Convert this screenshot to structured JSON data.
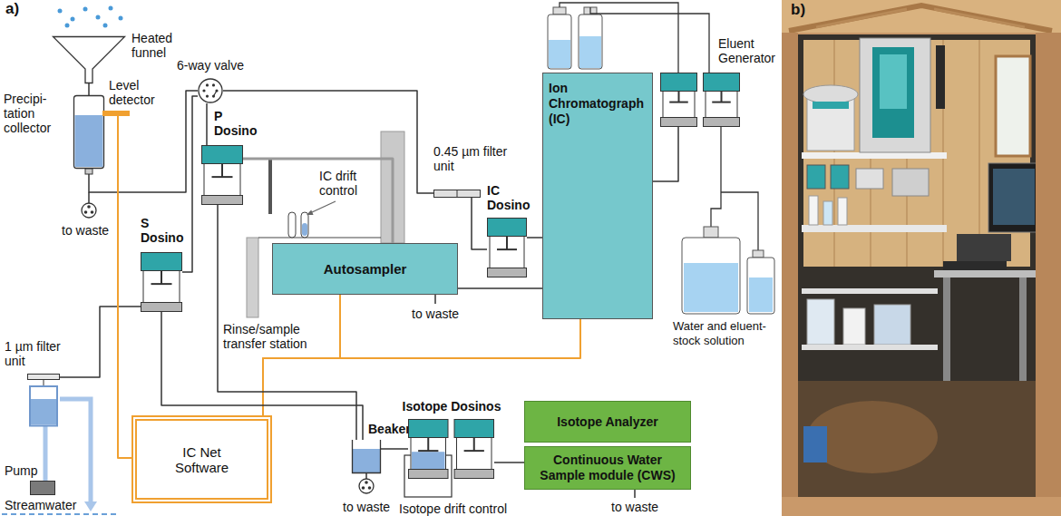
{
  "diagram": {
    "nodes": [
      {
        "text": [
          "Heated funnel"
        ]
      },
      {
        "text": [
          "Precipi- tation collector"
        ]
      },
      {
        "text": [
          "Level detector"
        ]
      },
      {
        "text": [
          "6-way valve"
        ]
      },
      {
        "text": [
          "P Dosino"
        ]
      },
      {
        "text": [
          "S Dosino"
        ]
      },
      {
        "text": [
          "1 µm filter unit"
        ]
      },
      {
        "text": [
          "Pump"
        ]
      },
      {
        "text": [
          "Autosampler"
        ]
      },
      {
        "text": [
          "0.45 µm filter unit"
        ]
      },
      {
        "text": [
          "IC Dosino"
        ]
      },
      {
        "text": [
          "Ion Chromatograph (IC)"
        ]
      },
      {
        "text": [
          "Eluent Generator"
        ]
      },
      {
        "text": [
          "IC Net Software"
        ]
      },
      {
        "text": [
          "Beaker"
        ]
      },
      {
        "text": [
          "Isotope Dosinos"
        ]
      },
      {
        "text": [
          "Isotope Analyzer"
        ]
      },
      {
        "text": [
          "Continuous Water Sample module (CWS)"
        ]
      }
    ],
    "edges": [
      {
        "from": 0,
        "to": 1,
        "arrow": "none"
      },
      {
        "from": 1,
        "to": 3,
        "arrow": "none"
      },
      {
        "from": 5,
        "to": 3,
        "arrow": "none"
      },
      {
        "from": 6,
        "to": 5,
        "arrow": "none"
      },
      {
        "from": 7,
        "to": 6,
        "arrow": "none"
      },
      {
        "from": 3,
        "to": 4,
        "arrow": "none"
      },
      {
        "from": 3,
        "to": 9,
        "arrow": "none"
      },
      {
        "from": 4,
        "to": 8,
        "arrow": "none"
      },
      {
        "from": 9,
        "to": 10,
        "arrow": "none"
      },
      {
        "from": 10,
        "to": 11,
        "arrow": "none"
      },
      {
        "from": 8,
        "to": 11,
        "arrow": "none"
      },
      {
        "from": 12,
        "to": 11,
        "arrow": "none"
      },
      {
        "from": 2,
        "to": 13,
        "arrow": "none"
      },
      {
        "from": 13,
        "to": 8,
        "arrow": "none"
      },
      {
        "from": 13,
        "to": 11,
        "arrow": "none"
      },
      {
        "from": 4,
        "to": 14,
        "arrow": "none"
      },
      {
        "from": 5,
        "to": 14,
        "arrow": "none"
      },
      {
        "from": 14,
        "to": 15,
        "arrow": "none"
      },
      {
        "from": 15,
        "to": 17,
        "arrow": "none"
      }
    ],
    "labels": [
      "a)",
      "to waste",
      "IC drift control",
      "Rinse/sample transfer station",
      "to waste",
      "Water and eluent- stock solution",
      "Streamwater",
      "to waste",
      "Isotope drift control",
      "to waste",
      "b)"
    ]
  }
}
